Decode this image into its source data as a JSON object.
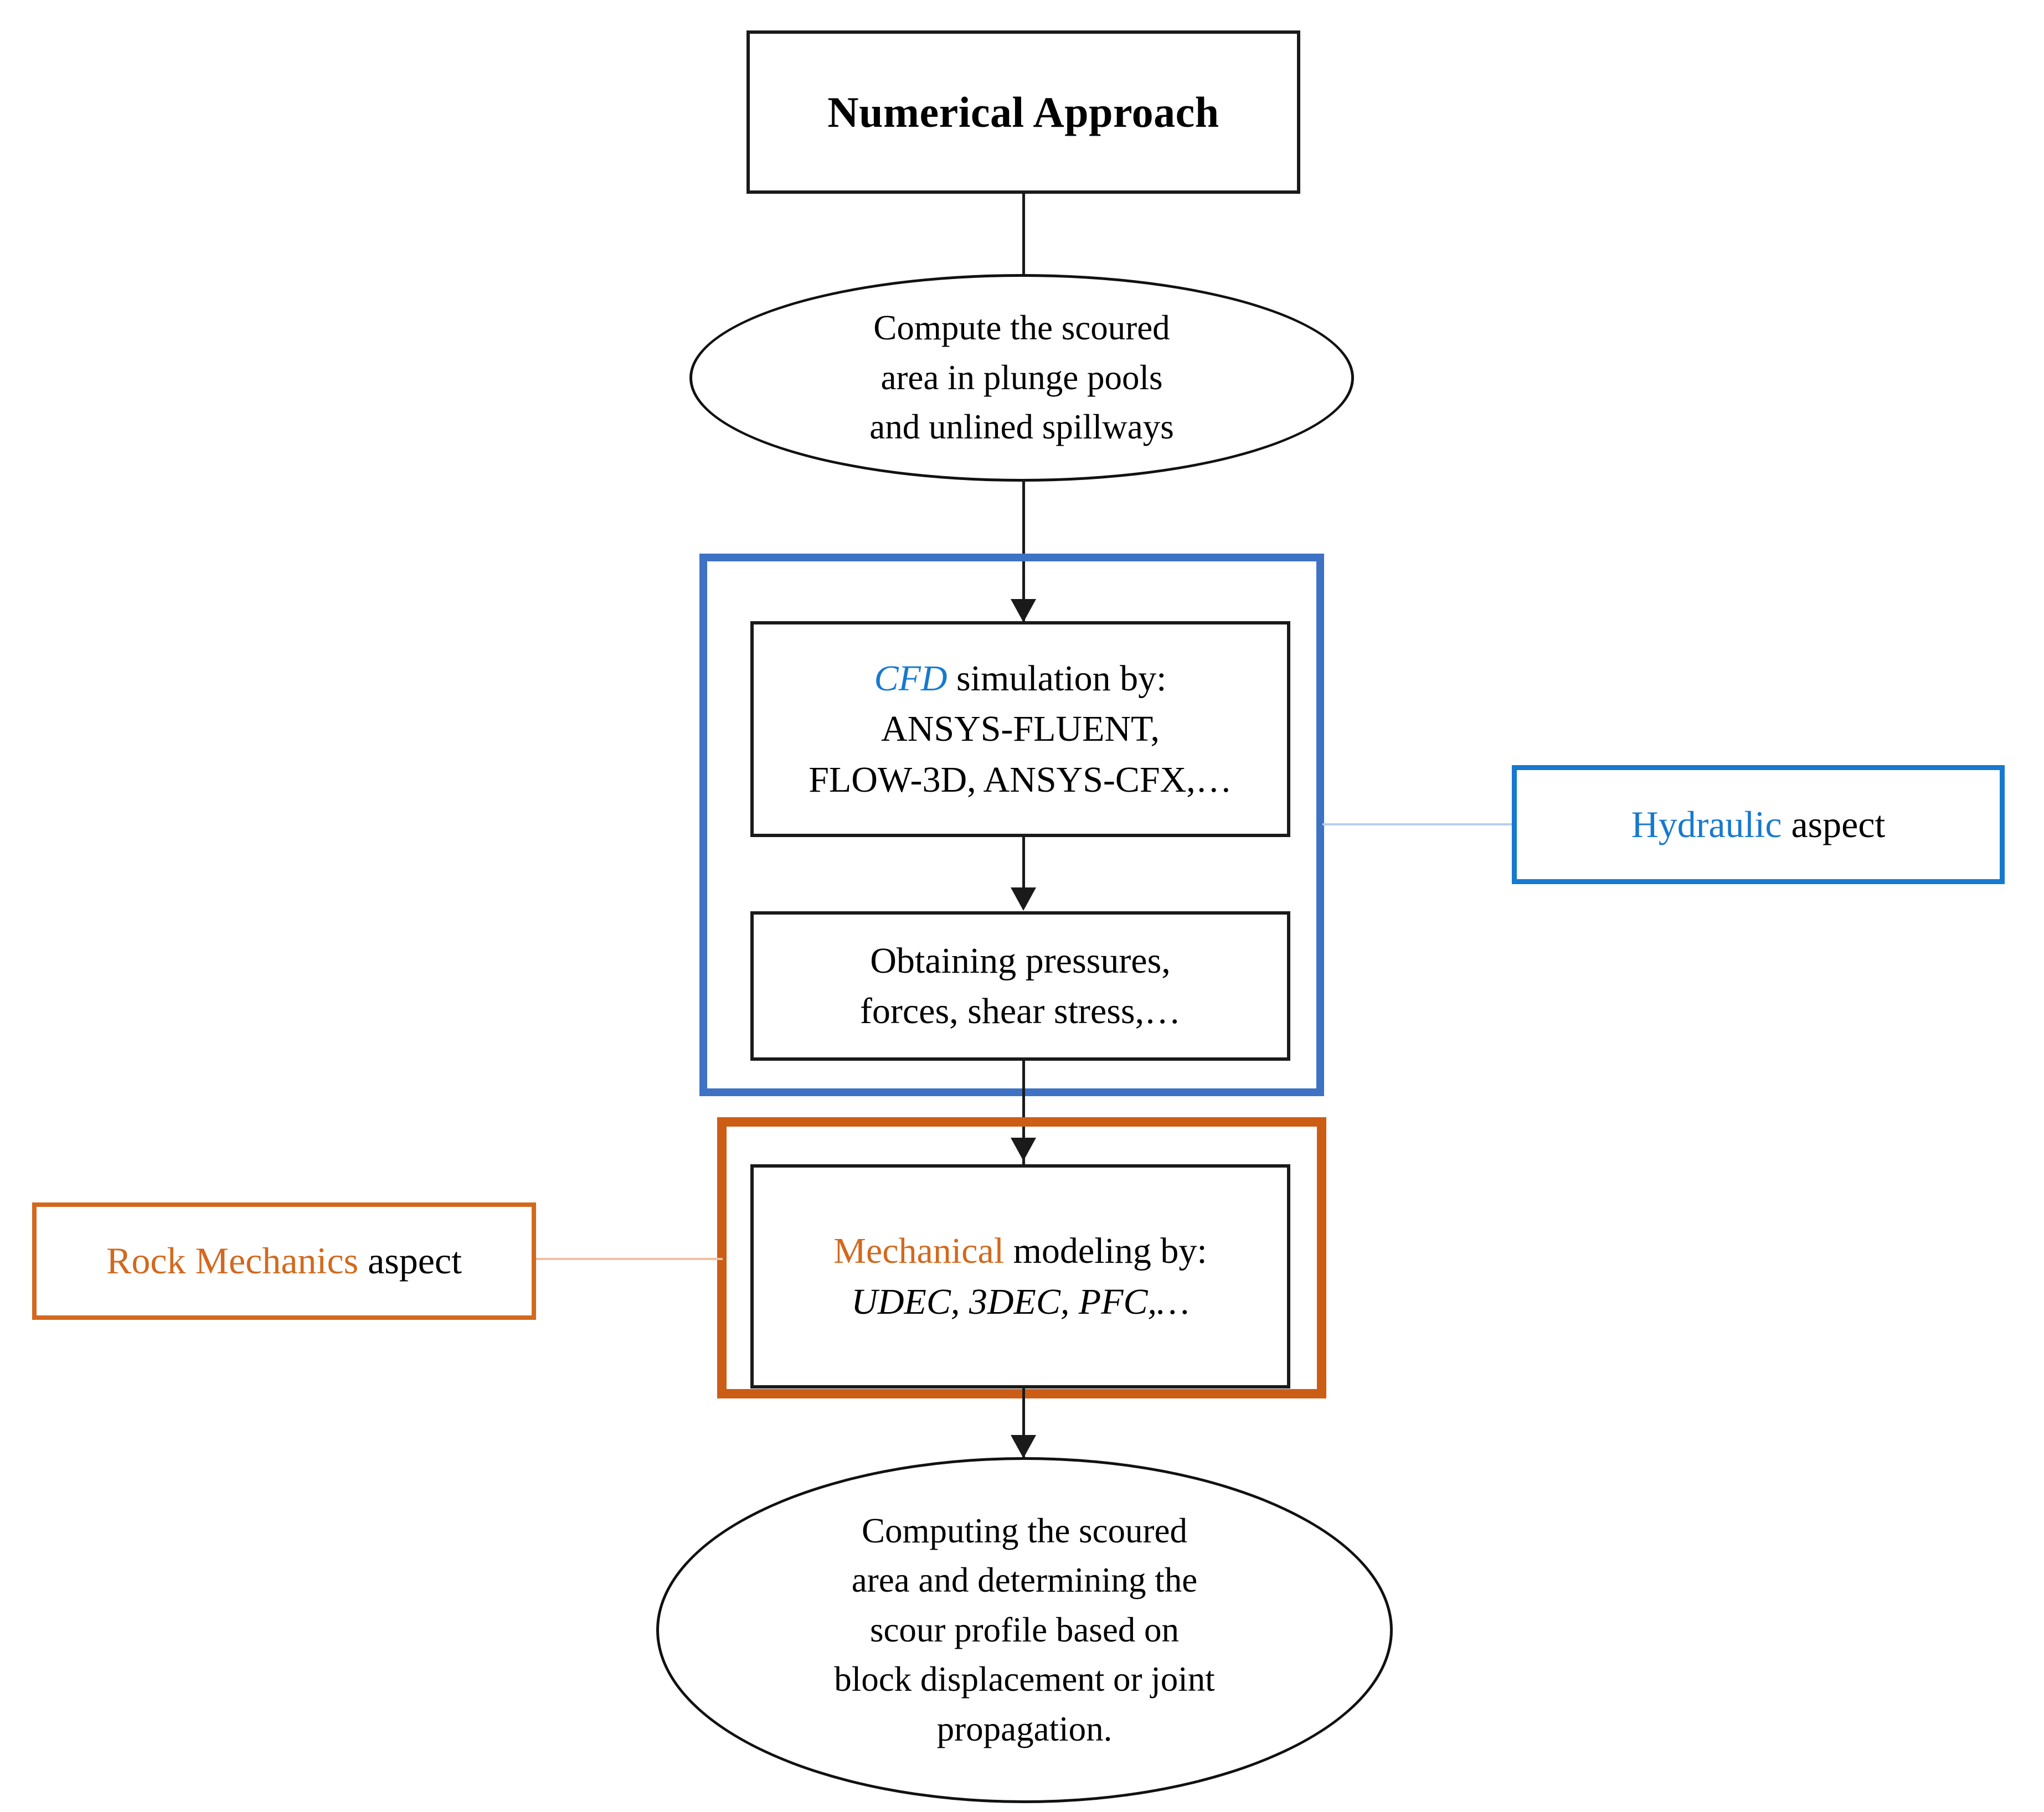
{
  "diagram": {
    "title_node": {
      "text": "Numerical Approach"
    },
    "start_ellipse": {
      "line1": "Compute the scoured",
      "line2": "area in plunge pools",
      "line3": "and unlined spillways"
    },
    "cfd_box": {
      "accent": "CFD",
      "rest1": " simulation by:",
      "line2": "ANSYS-FLUENT,",
      "line3": "FLOW-3D, ANSYS-CFX,…"
    },
    "pressures_box": {
      "line1": "Obtaining pressures,",
      "line2": "forces, shear stress,…"
    },
    "mechanical_box": {
      "accent": "Mechanical",
      "rest1": " modeling by:",
      "line2_italic": "UDEC, 3DEC, PFC,…"
    },
    "end_ellipse": {
      "line1": "Computing the scoured",
      "line2": "area and determining the",
      "line3": "scour profile based on",
      "line4": "block displacement or joint",
      "line5": "propagation."
    },
    "hydraulic_label": {
      "accent": "Hydraulic",
      "rest": " aspect"
    },
    "rock_mechanics_label": {
      "accent": "Rock Mechanics",
      "rest": " aspect"
    },
    "colors": {
      "hydraulic_blue": "#1779cf",
      "group_blue": "#3d72c4",
      "rock_orange": "#d2691e",
      "group_orange": "#cc5d15",
      "outline_black": "#1a1a1a"
    }
  }
}
